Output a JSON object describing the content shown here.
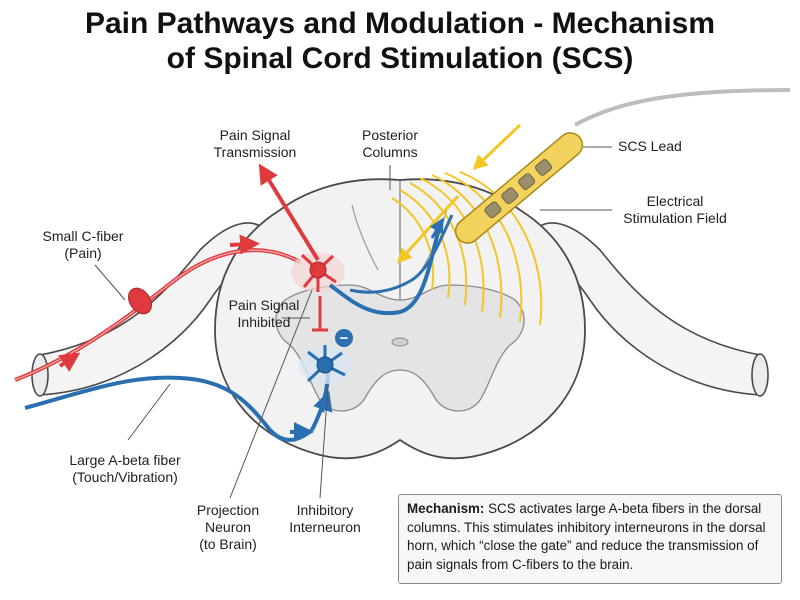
{
  "title": {
    "line1": "Pain Pathways and Modulation - Mechanism",
    "line2": "of Spinal Cord Stimulation (SCS)"
  },
  "labels": {
    "pain_signal_transmission": [
      "Pain Signal",
      "Transmission"
    ],
    "posterior_columns": [
      "Posterior",
      "Columns"
    ],
    "scs_lead": [
      "SCS Lead"
    ],
    "electrical_stimulation_field": [
      "Electrical",
      "Stimulation Field"
    ],
    "small_c_fiber": [
      "Small C-fiber",
      "(Pain)"
    ],
    "pain_signal_inhibited": [
      "Pain Signal",
      "Inhibited"
    ],
    "large_a_beta_fiber": [
      "Large A-beta fiber",
      "(Touch/Vibration)"
    ],
    "projection_neuron": [
      "Projection",
      "Neuron",
      "(to Brain)"
    ],
    "inhibitory_interneuron": [
      "Inhibitory",
      "Interneuron"
    ]
  },
  "mechanism": {
    "heading": "Mechanism:",
    "text": " SCS activates large A-beta fibers in the dorsal columns. This stimulates inhibitory interneurons in the dorsal horn, which “close the gate” and reduce the transmission of pain signals from C-fibers to the brain."
  },
  "symbols": {
    "inhibition_sign": "−"
  },
  "colors": {
    "pain_red": "#e03a3e",
    "touch_blue": "#2a6fb0",
    "stim_yellow": "#f2c623",
    "cord_gray": "#f0f0f0",
    "outline": "#4a4a4a"
  }
}
